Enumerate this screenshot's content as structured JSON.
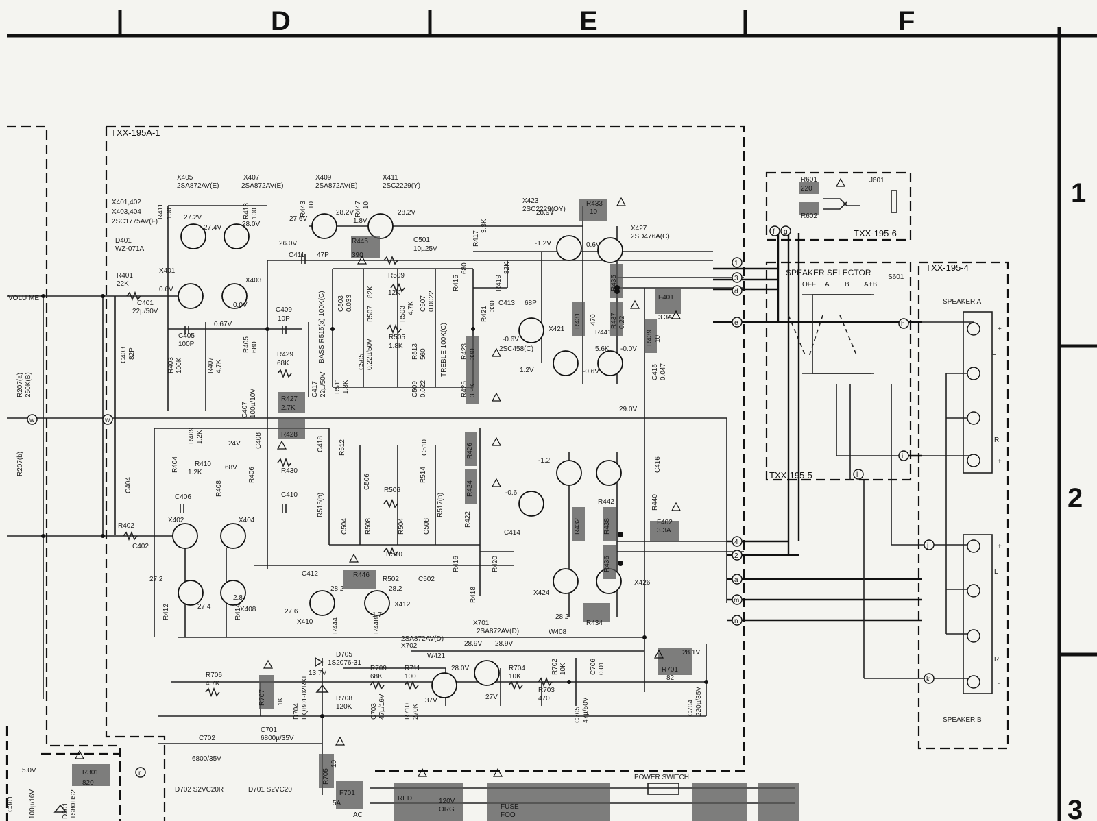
{
  "header": {
    "columns": [
      "D",
      "E",
      "F"
    ],
    "rows": [
      "1",
      "2",
      "3"
    ]
  },
  "boards": {
    "main": "TXX-195A-1",
    "headphone": "TXX-195-6",
    "selector": "TXX-195-5",
    "speaker_term": "TXX-195-4"
  },
  "transistors": [
    {
      "ref": "X405",
      "part": "2SA872AV(E)"
    },
    {
      "ref": "X407",
      "part": "2SA872AV(E)"
    },
    {
      "ref": "X409",
      "part": "2SA872AV(E)"
    },
    {
      "ref": "X411",
      "part": "2SC2229(Y)"
    },
    {
      "ref": "X423",
      "part": "2SC2229(OY)"
    },
    {
      "ref": "X427",
      "part": "2SD476A(C)"
    },
    {
      "ref": "X421",
      "part": "2SC458(C)"
    },
    {
      "ref": "X401",
      "part": ""
    },
    {
      "ref": "X403",
      "part": ""
    },
    {
      "ref": "X402",
      "part": ""
    },
    {
      "ref": "X404",
      "part": ""
    },
    {
      "ref": "X408",
      "part": ""
    },
    {
      "ref": "X410",
      "part": ""
    },
    {
      "ref": "X412",
      "part": ""
    },
    {
      "ref": "X424",
      "part": ""
    },
    {
      "ref": "X426",
      "part": ""
    },
    {
      "ref": "X701",
      "part": "2SA872AV(D)"
    }
  ],
  "labels": {
    "x401_group": "X401,402",
    "x403_group": "X403,404",
    "x401_part": "2SC1775AV(F)",
    "d401": "D401",
    "d401_part": "WZ-071A",
    "r401": "R401",
    "r401_val": "22K",
    "c401": "C401",
    "c401_val": "22µ/50V",
    "r411": "R411",
    "r411_val": "100",
    "r413": "R413",
    "r413_val": "100",
    "r443": "R443",
    "r443_val": "10",
    "r447": "R447",
    "r447_val": "10",
    "r445": "R445",
    "r445_val": "390",
    "c411": "C411",
    "c411_val": "47P",
    "r433": "R433",
    "r433_val": "10",
    "c501": "C501",
    "c501_val": "10µ25V",
    "r417": "R417",
    "r417_val": "3.3K",
    "r415": "R415",
    "r415_val": "680",
    "r419": "R419",
    "r419_val": "82K",
    "r509": "R509",
    "r509_val": "12K",
    "c503": "C503",
    "c503_val": "0.033",
    "r507": "R507",
    "r507_val": "82K",
    "r503": "R503",
    "r503_val": "4.7K",
    "c507": "C507",
    "c507_val": "0.0022",
    "r421": "R421",
    "r421_val": "330",
    "c413": "C413",
    "c413_val": "68P",
    "r431": "R431",
    "r431_val": "470",
    "r435": "R435",
    "r437": "R437",
    "r437_val": "0.22",
    "f401": "F401",
    "f401_val": "3.3A",
    "r439": "R439",
    "r439_val": "10",
    "c415": "C415",
    "c415_val": "0.047",
    "r441": "R441",
    "r441_val": "5.6K",
    "c409": "C409",
    "c409_val": "10P",
    "c405": "C405",
    "c405_val": "100P",
    "c403": "C403",
    "c403_val": "82P",
    "r403": "R403",
    "r403_val": "100K",
    "r407": "R407",
    "r407_val": "4.7K",
    "r405": "R405",
    "r405_val": "680",
    "r429": "R429",
    "r429_val": "68K",
    "bass": "BASS R515(a) 100K(C)",
    "treble": "TREBLE 100K(C)",
    "r505": "R505",
    "r505_val": "1.8K",
    "r513": "R513",
    "r513_val": "560",
    "c505": "C505",
    "c505_val": "0.22µ/50V",
    "r511": "R511",
    "r511_val": "1.8K",
    "c509": "C509",
    "c509_val": "0.022",
    "r423": "R423",
    "r423_val": "330",
    "r425": "R425",
    "r425_val": "3.9K",
    "c407": "C407",
    "c407_val": "100µ/10V",
    "c417": "C417",
    "c417_val": "22µ/50V",
    "r427": "R427",
    "r427_val": "2.7K",
    "r428": "R428",
    "r207a": "R207(a)",
    "r207a_val": "250K(B)",
    "r207b": "R207(b)",
    "r409": "R409",
    "r409_val": "1.2K",
    "r410": "R410",
    "r410_val": "1.2K",
    "c408": "C408",
    "r406": "R406",
    "r404": "R404",
    "r408": "R408",
    "c404": "C404",
    "r430": "R430",
    "c418": "C418",
    "r512": "R512",
    "c510": "C510",
    "c506": "C506",
    "r506": "R506",
    "r514": "R514",
    "r515b": "R515(b)",
    "r517b": "R517(b)",
    "c406": "C406",
    "c410": "C410",
    "c504": "C504",
    "r508": "R508",
    "r504": "R504",
    "c508": "C508",
    "r510": "R510",
    "r426": "R426",
    "r424": "R424",
    "r422": "R422",
    "c414": "C414",
    "r432": "R432",
    "r438": "R438",
    "r436": "R436",
    "r440": "R440",
    "f402": "F402",
    "f402_val": "3.3A",
    "c416": "C416",
    "r442": "R442",
    "r402": "R402",
    "c402": "C402",
    "r446": "R446",
    "c412": "C412",
    "r502": "R502",
    "c502": "C502",
    "r416": "R416",
    "r418": "R418",
    "r420": "R420",
    "r412": "R412",
    "r414": "R414",
    "r444": "R444",
    "r448": "R448",
    "r434": "R434",
    "x702": "X702",
    "x701_part_b": "2SA872AV(D)",
    "w421": "W421",
    "w408": "W408",
    "d705": "D705",
    "d705_part": "1S2076-31",
    "r709": "R709",
    "r709_val": "68K",
    "r711": "R711",
    "r711_val": "100",
    "r704": "R704",
    "r704_val": "10K",
    "r702": "R702",
    "r702_val": "10K",
    "c706": "C706",
    "c706_val": "0.01",
    "r701": "R701",
    "r701_val": "82",
    "c704": "C704",
    "c704_val": "220µ/35V",
    "r706": "R706",
    "r706_val": "4.7K",
    "r708": "R708",
    "r708_val": "120K",
    "c703": "C703",
    "c703_val": "47µ/16V",
    "r710": "R710",
    "r710_val": "270K",
    "r703": "R703",
    "r703_val": "470",
    "c705": "C705",
    "c705_val": "47µ/50V",
    "r707": "R707",
    "r707_val": "1K",
    "d704": "D704",
    "d704_part": "EQB01-02RKL",
    "c702": "C702",
    "c702_val": "6800/35V",
    "c701": "C701",
    "c701_val": "6800µ/35V",
    "r705": "R705",
    "r705_val": "10",
    "f701": "F701",
    "f701_val": "5A",
    "ac": "AC",
    "d702": "D702 S2VC20R",
    "d701": "D701 S2VC20",
    "r301": "R301",
    "r301_val": "820",
    "c301": "C301",
    "c301_val": "100µ/16V",
    "d301": "D301",
    "d301_part": "1S80HS2",
    "v50": "5.0V",
    "j601": "J601",
    "r601": "R601",
    "r601_val": "220",
    "r602": "R602",
    "speaker_selector": "SPEAKER SELECTOR",
    "s601": "S601",
    "sel_off": "OFF",
    "sel_a": "A",
    "sel_b": "B",
    "sel_ab": "A+B",
    "speaker_a": "SPEAKER A",
    "speaker_b": "SPEAKER B",
    "power_switch": "POWER SWITCH",
    "red": "RED",
    "fuse": "FUSE",
    "v120": "120V",
    "org": "ORG",
    "foo": "FOO",
    "vol": "VOLU ME",
    "ch_l": "L",
    "ch_r": "R",
    "plus": "+",
    "minus": "-"
  },
  "voltages": [
    "27.2V",
    "27.4V",
    "28.0V",
    "27.6V",
    "28.2V",
    "28.2V",
    "1.8V",
    "26.0V",
    "0.6V",
    "0.0V",
    "0.67V",
    "28.9V",
    "-1.2V",
    "0.6V",
    "-0.6V",
    "1.2V",
    "-0.6V",
    "-0.6V",
    "-0.0V",
    "29.0V",
    "-1.2",
    "-0.6",
    "27.2",
    "27.4",
    "27.6",
    "28.2",
    "28.2",
    "1.7",
    "2.8",
    "28.2",
    "28.9V",
    "28.9V",
    "37V",
    "28.0V",
    "27V",
    "28.1V",
    "68V",
    "24V",
    "13.7V"
  ],
  "terminals": [
    "1",
    "3",
    "d",
    "e",
    "f",
    "g",
    "h",
    "i",
    "j",
    "k",
    "l",
    "m",
    "n",
    "2",
    "4",
    "r",
    "w",
    "a"
  ]
}
